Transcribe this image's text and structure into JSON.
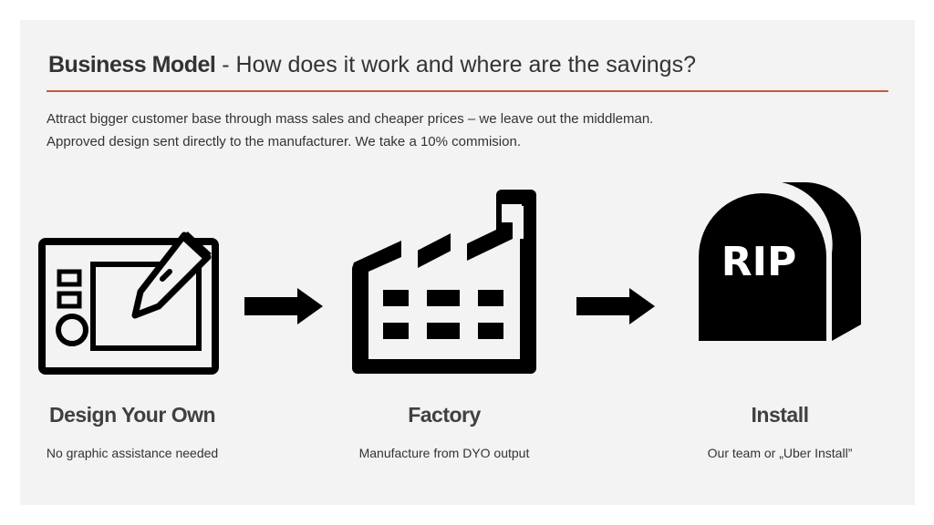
{
  "header": {
    "title_bold": "Business Model",
    "title_rest": " - How does it work and where are the savings?"
  },
  "intro": {
    "line1": "Attract bigger customer base through mass sales and cheaper prices – we leave out the middleman.",
    "line2": "Approved design sent directly to the manufacturer. We take a 10% commision."
  },
  "steps": [
    {
      "icon": "design-tablet-icon",
      "title": "Design Your Own",
      "desc": "No graphic assistance needed"
    },
    {
      "icon": "factory-icon",
      "title": "Factory",
      "desc": "Manufacture from DYO output"
    },
    {
      "icon": "tombstone-icon",
      "title": "Install",
      "desc": "Our team or „Uber Install”"
    }
  ],
  "tombstone_text": "RIP",
  "colors": {
    "accent_rule": "#c55a3c",
    "icon": "#000000",
    "background": "#f3f3f3"
  }
}
